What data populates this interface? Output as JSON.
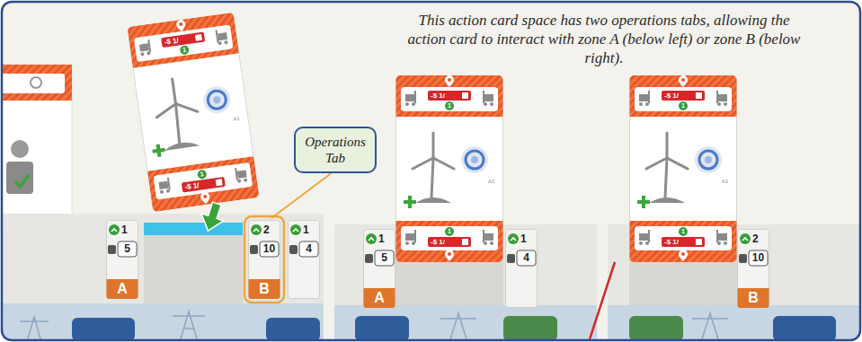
{
  "diagram": {
    "caption": "This action card space has two operations tabs, allowing the action card to interact with zone A (below left) or zone B (below right).",
    "nodes": [
      {
        "text": [
          "Operations Tab"
        ]
      }
    ],
    "labels": [
      "-$ 1/",
      "1",
      "A1",
      "1",
      "-$ 1/",
      "1",
      "5",
      "A",
      "2",
      "10",
      "B",
      "1",
      "4",
      "-$ 1/",
      "1",
      "A1",
      "1",
      "-$ 1/",
      "1",
      "5",
      "A",
      "1",
      "4",
      "-$ 1/",
      "1",
      "A1",
      "1",
      "-$ 1/",
      "2",
      "10",
      "B"
    ]
  }
}
